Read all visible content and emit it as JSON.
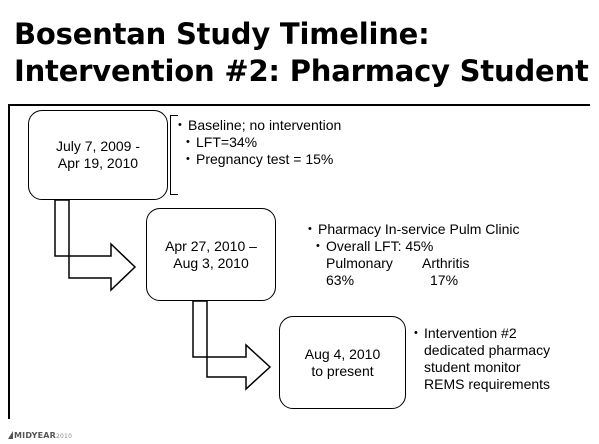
{
  "slide": {
    "title_line1": "Bosentan Study Timeline:",
    "title_line2": "Intervention #2: Pharmacy Student"
  },
  "phases": [
    {
      "date_line1": "July 7, 2009 -",
      "date_line2": "Apr 19, 2010",
      "bullet": "Baseline; no intervention",
      "sub_bullets": [
        "LFT=34%",
        "Pregnancy test = 15%"
      ]
    },
    {
      "date_line1": "Apr 27, 2010 –",
      "date_line2": "Aug 3, 2010",
      "bullet": "Pharmacy In-service Pulm Clinic",
      "sub_bullet": "Overall LFT:  45%",
      "breakdown": {
        "col1_label": "Pulmonary",
        "col2_label": "Arthritis",
        "col1_value": "63%",
        "col2_value": "17%"
      }
    },
    {
      "date_line1": "Aug 4, 2010",
      "date_line2": "to present",
      "bullet_lines": [
        "Intervention #2",
        "dedicated pharmacy",
        "student monitor",
        "REMS requirements"
      ]
    }
  ],
  "footer": {
    "logo_text": "MIDYEAR",
    "logo_year": "2010"
  }
}
